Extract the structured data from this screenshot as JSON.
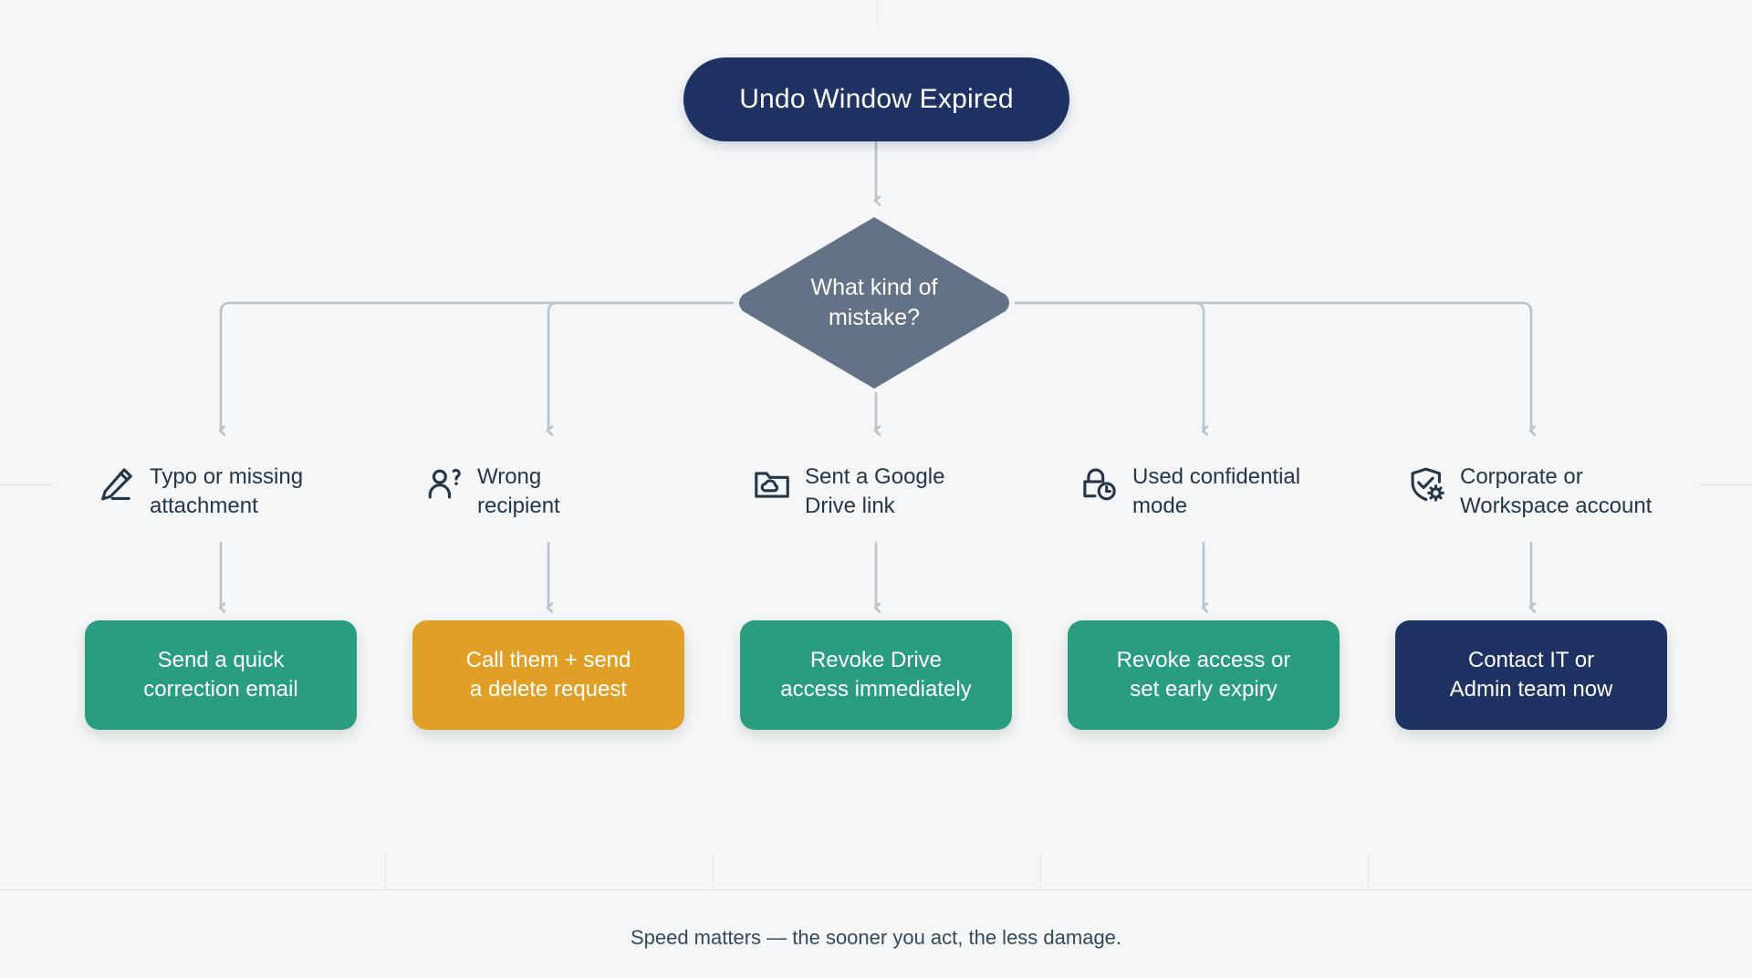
{
  "background": {
    "color": "#f4f6f7",
    "grid_color": "#dfe5e8"
  },
  "palette": {
    "navy": "#1e3263",
    "slate": "#647287",
    "teal": "#2a9d81",
    "amber": "#e0a028",
    "connector": "#b9c3c9",
    "text_dark": "#253746"
  },
  "start_node": {
    "label": "Undo Window Expired",
    "shape": "pill",
    "color": "#1e3263"
  },
  "decision": {
    "label": "What kind of mistake?",
    "line1": "What kind of",
    "line2": "mistake?",
    "shape": "diamond",
    "color": "#647287"
  },
  "branches": [
    {
      "icon": "pencil-edit-icon",
      "label_line1": "Typo or missing",
      "label_line2": "attachment",
      "outcome_line1": "Send a quick",
      "outcome_line2": "correction email",
      "outcome_color": "#2a9d81",
      "outcome_tone": "teal"
    },
    {
      "icon": "person-question-icon",
      "label_line1": "Wrong",
      "label_line2": "recipient",
      "outcome_line1": "Call them + send",
      "outcome_line2": "a delete request",
      "outcome_color": "#e0a028",
      "outcome_tone": "amber"
    },
    {
      "icon": "folder-cloud-icon",
      "label_line1": "Sent a Google",
      "label_line2": "Drive link",
      "outcome_line1": "Revoke Drive",
      "outcome_line2": "access immediately",
      "outcome_color": "#2a9d81",
      "outcome_tone": "teal"
    },
    {
      "icon": "lock-clock-icon",
      "label_line1": "Used confidential",
      "label_line2": "mode",
      "outcome_line1": "Revoke access or",
      "outcome_line2": "set early expiry",
      "outcome_color": "#2a9d81",
      "outcome_tone": "teal"
    },
    {
      "icon": "shield-check-gear-icon",
      "label_line1": "Corporate or",
      "label_line2": "Workspace account",
      "outcome_line1": "Contact IT or",
      "outcome_line2": "Admin team now",
      "outcome_color": "#1e3263",
      "outcome_tone": "navy"
    }
  ],
  "footer": {
    "note": "Speed matters — the sooner you act, the less damage."
  }
}
